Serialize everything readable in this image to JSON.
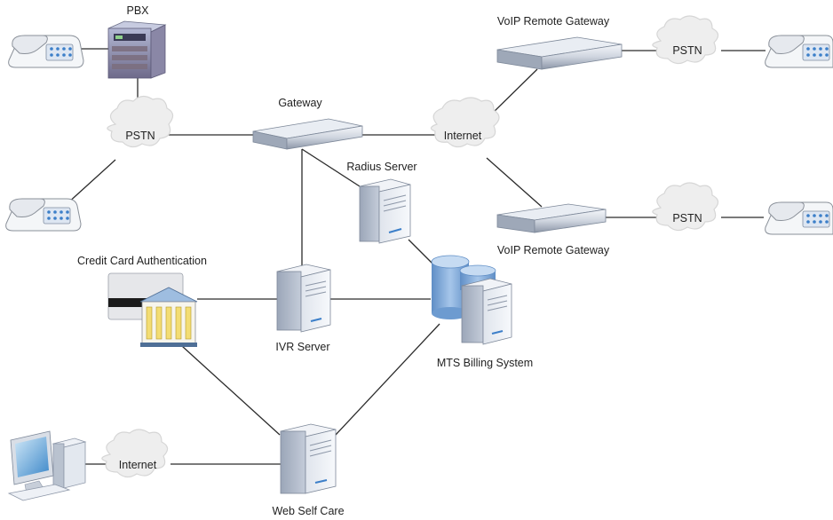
{
  "labels": {
    "pbx": "PBX",
    "gateway": "Gateway",
    "voip_gw_top": "VoIP Remote Gateway",
    "voip_gw_bottom": "VoIP Remote Gateway",
    "radius": "Radius Server",
    "credit_card": "Credit Card Authentication",
    "ivr": "IVR Server",
    "billing": "MTS Billing System",
    "web_self_care": "Web Self Care"
  },
  "clouds": {
    "pstn_left": "PSTN",
    "internet_center": "Internet",
    "pstn_top_right": "PSTN",
    "pstn_bottom_right": "PSTN",
    "internet_bottom_left": "Internet"
  },
  "colors": {
    "line": "#2b2b2b",
    "cloud_fill": "#eeeeee",
    "cloud_stroke": "#d6d6d6",
    "device_light": "#eef1f6",
    "device_mid": "#c3cad6",
    "device_dark": "#7d8899",
    "billing_blue": "#7ea8d8",
    "card_gold": "#f3dd73"
  },
  "icons": {
    "phone": "desk-phone-icon",
    "pbx": "pbx-switch-icon",
    "gateway": "gateway-appliance-icon",
    "server": "tower-server-icon",
    "database": "database-cylinder-icon",
    "bank": "bank-card-icon",
    "computer": "desktop-computer-icon",
    "cloud": "network-cloud-icon"
  }
}
